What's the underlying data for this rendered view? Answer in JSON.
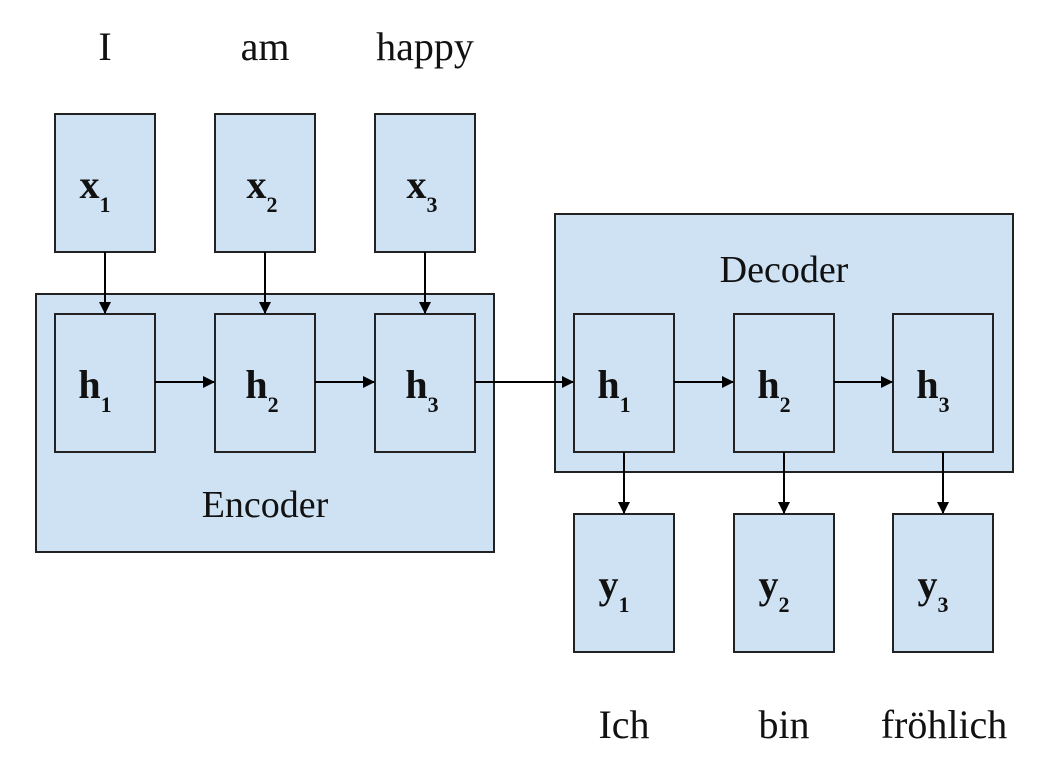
{
  "colors": {
    "box_fill": "#cfe2f3",
    "stroke": "#222222"
  },
  "input_words": [
    "I",
    "am",
    "happy"
  ],
  "output_words": [
    "Ich",
    "bin",
    "fröhlich"
  ],
  "encoder": {
    "label": "Encoder",
    "inputs": [
      {
        "sym": "x",
        "sub": "1"
      },
      {
        "sym": "x",
        "sub": "2"
      },
      {
        "sym": "x",
        "sub": "3"
      }
    ],
    "states": [
      {
        "sym": "h",
        "sub": "1"
      },
      {
        "sym": "h",
        "sub": "2"
      },
      {
        "sym": "h",
        "sub": "3"
      }
    ]
  },
  "decoder": {
    "label": "Decoder",
    "states": [
      {
        "sym": "h",
        "sub": "1"
      },
      {
        "sym": "h",
        "sub": "2"
      },
      {
        "sym": "h",
        "sub": "3"
      }
    ],
    "outputs": [
      {
        "sym": "y",
        "sub": "1"
      },
      {
        "sym": "y",
        "sub": "2"
      },
      {
        "sym": "y",
        "sub": "3"
      }
    ]
  }
}
